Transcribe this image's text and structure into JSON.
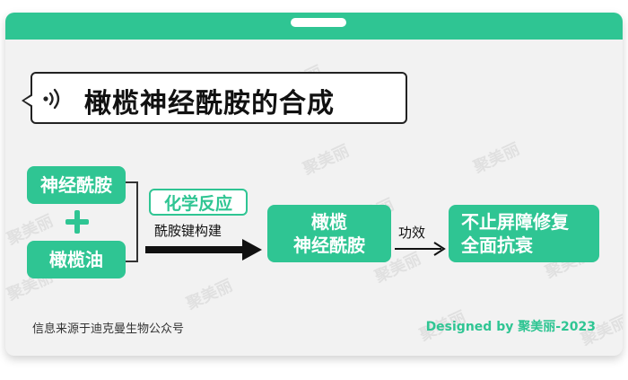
{
  "title": "橄榄神经酰胺的合成",
  "inputs": {
    "top": "神经酰胺",
    "bottom": "橄榄油"
  },
  "reaction": {
    "label": "化学反应",
    "sub_label": "酰胺键构建"
  },
  "product": {
    "line1": "橄榄",
    "line2": "神经酰胺"
  },
  "effect_label": "功效",
  "result": {
    "line1": "不止屏障修复",
    "line2": "全面抗衰"
  },
  "footer": {
    "source": "信息来源于迪克曼生物公众号",
    "credit": "Designed by 聚美丽-2023"
  },
  "watermark": "聚美丽",
  "colors": {
    "accent": "#2fc593",
    "text": "#111111",
    "card": "#f2f2f2"
  },
  "icons": {
    "title": "sound-wave-icon",
    "join": "plus-icon",
    "arrow": "right-arrow-icon"
  }
}
